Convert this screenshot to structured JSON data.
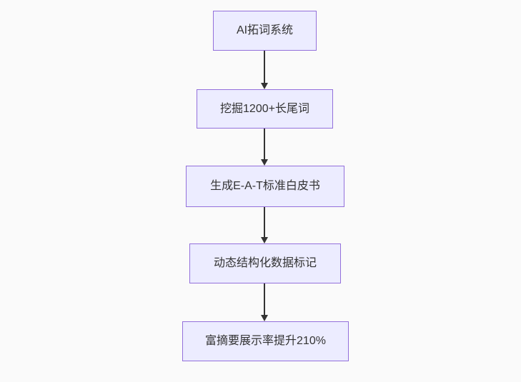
{
  "diagram": {
    "type": "flowchart",
    "direction": "top-down",
    "colors": {
      "node_fill": "#ECECFF",
      "node_border": "#9370DB",
      "edge": "#333333",
      "text": "#333333",
      "background": "#FAFAFA"
    },
    "nodes": [
      {
        "id": "n1",
        "label": "AI拓词系统"
      },
      {
        "id": "n2",
        "label": "挖掘1200+长尾词"
      },
      {
        "id": "n3",
        "label": "生成E-A-T标准白皮书"
      },
      {
        "id": "n4",
        "label": "动态结构化数据标记"
      },
      {
        "id": "n5",
        "label": "富摘要展示率提升210%"
      }
    ],
    "edges": [
      {
        "from": "n1",
        "to": "n2"
      },
      {
        "from": "n2",
        "to": "n3"
      },
      {
        "from": "n3",
        "to": "n4"
      },
      {
        "from": "n4",
        "to": "n5"
      }
    ]
  }
}
